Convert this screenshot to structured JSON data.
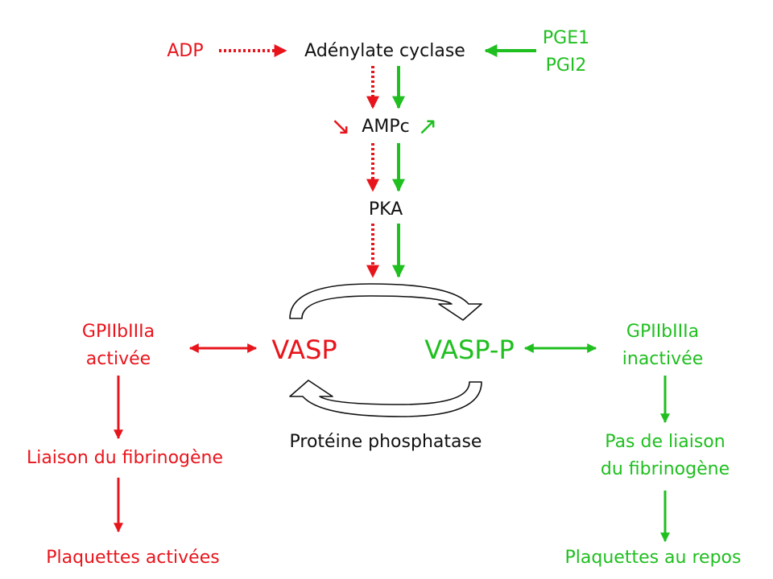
{
  "colors": {
    "inhibit": "#e8141c",
    "activate": "#1fbf1f",
    "neutral": "#111111"
  },
  "nodes": {
    "adp": "ADP",
    "adenylate_cyclase": "Adénylate cyclase",
    "pge1": "PGE1",
    "pgi2": "PGI2",
    "decrease_symbol": "↘",
    "ampc": "AMPc",
    "increase_symbol": "↗",
    "pka": "PKA",
    "vasp": "VASP",
    "vasp_p": "VASP-P",
    "gp_left_line1": "GPIIbIIIa",
    "gp_left_line2": "activée",
    "gp_right_line1": "GPIIbIIIa",
    "gp_right_line2": "inactivée",
    "phosphatase": "Protéine phosphatase",
    "liaison": "Liaison du fibrinogène",
    "pas_liaison_line1": "Pas de liaison",
    "pas_liaison_line2": "du fibrinogène",
    "plaquettes_activees": "Plaquettes activées",
    "plaquettes_repos": "Plaquettes au repos"
  }
}
